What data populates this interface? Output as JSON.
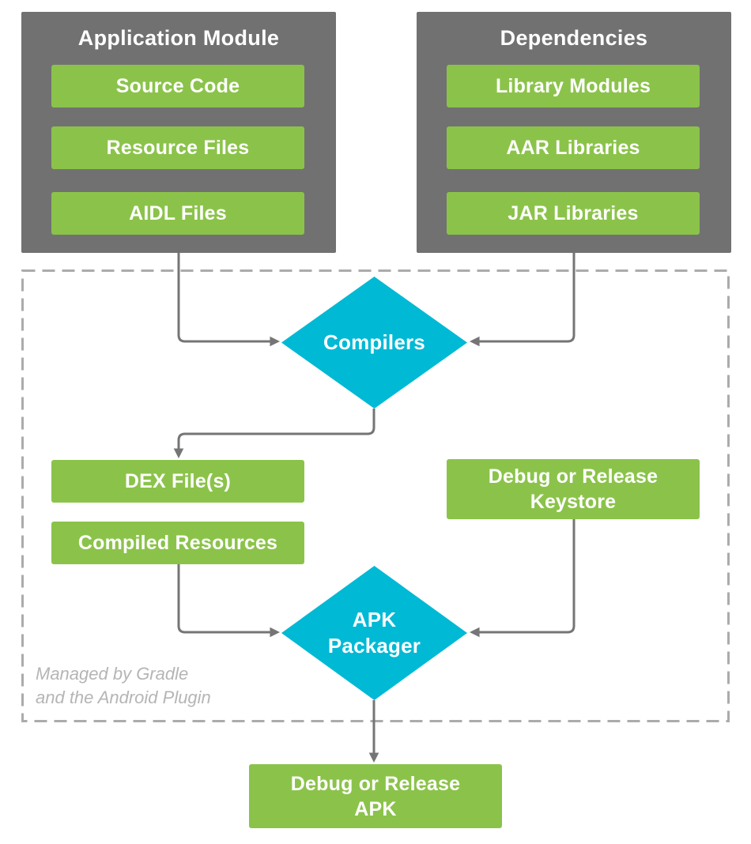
{
  "colors": {
    "module_box_gray": "#717171",
    "node_green": "#8bc34a",
    "process_cyan": "#00b9d5",
    "connector_gray": "#757575",
    "dashed_border_gray": "#ababab",
    "note_text_gray": "#b5b5b5",
    "node_text": "#ffffff"
  },
  "app_module": {
    "title": "Application Module",
    "items": [
      "Source Code",
      "Resource Files",
      "AIDL Files"
    ]
  },
  "dependencies": {
    "title": "Dependencies",
    "items": [
      "Library Modules",
      "AAR Libraries",
      "JAR Libraries"
    ]
  },
  "pipeline": {
    "compilers": "Compilers",
    "dex_files": "DEX File(s)",
    "compiled_resources": "Compiled Resources",
    "keystore": [
      "Debug or Release",
      "Keystore"
    ],
    "apk_packager": [
      "APK",
      "Packager"
    ],
    "note": [
      "Managed by Gradle",
      "and the Android Plugin"
    ],
    "output_apk": [
      "Debug or Release",
      "APK"
    ]
  }
}
